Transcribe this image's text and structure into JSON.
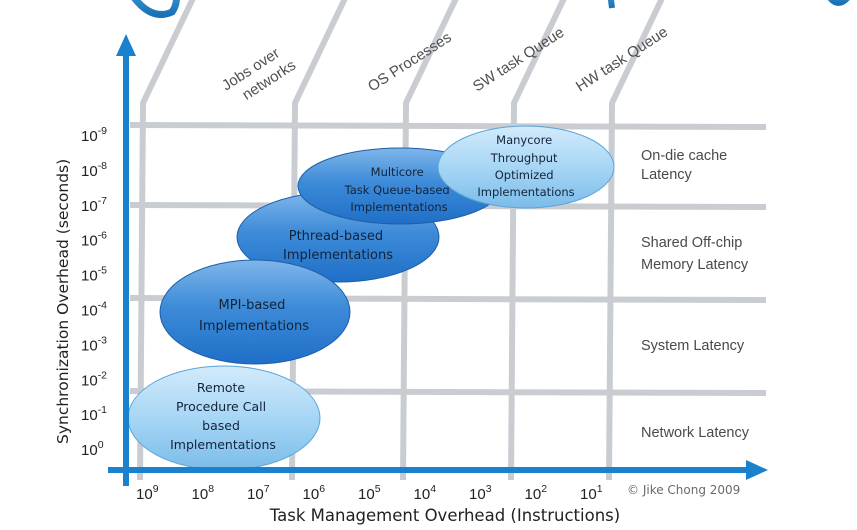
{
  "columns": [
    {
      "line1": "Jobs over",
      "line2": "networks"
    },
    {
      "label": "OS Processes"
    },
    {
      "label": "SW task Queue"
    },
    {
      "label": "HW task Queue"
    }
  ],
  "bands": [
    {
      "line1": "On-die cache",
      "line2": "Latency"
    },
    {
      "line1": "Shared Off-chip",
      "line2": "Memory Latency"
    },
    {
      "line1": "System Latency"
    },
    {
      "line1": "Network Latency"
    }
  ],
  "ellipses": [
    {
      "lines": [
        "MPI-based",
        "Implementations"
      ]
    },
    {
      "lines": [
        "Pthread-based",
        "Implementations"
      ]
    },
    {
      "lines": [
        "Multicore",
        "Task Queue-based",
        "Implementations"
      ]
    },
    {
      "lines": [
        "Manycore",
        "Throughput",
        "Optimized",
        "Implementations"
      ]
    },
    {
      "lines": [
        "Remote",
        "Procedure Call",
        "based",
        "Implementations"
      ]
    }
  ],
  "axes": {
    "y_title": "Synchronization Overhead (seconds)",
    "x_title": "Task Management Overhead (Instructions)",
    "y_ticks": [
      {
        "base": "10",
        "exp": "-9"
      },
      {
        "base": "10",
        "exp": "-8"
      },
      {
        "base": "10",
        "exp": "-7"
      },
      {
        "base": "10",
        "exp": "-6"
      },
      {
        "base": "10",
        "exp": "-5"
      },
      {
        "base": "10",
        "exp": "-4"
      },
      {
        "base": "10",
        "exp": "-3"
      },
      {
        "base": "10",
        "exp": "-2"
      },
      {
        "base": "10",
        "exp": "-1"
      },
      {
        "base": "10",
        "exp": "0"
      }
    ],
    "x_ticks": [
      {
        "base": "10",
        "exp": "9"
      },
      {
        "base": "10",
        "exp": "8"
      },
      {
        "base": "10",
        "exp": "7"
      },
      {
        "base": "10",
        "exp": "6"
      },
      {
        "base": "10",
        "exp": "5"
      },
      {
        "base": "10",
        "exp": "4"
      },
      {
        "base": "10",
        "exp": "3"
      },
      {
        "base": "10",
        "exp": "2"
      },
      {
        "base": "10",
        "exp": "1"
      }
    ]
  },
  "credit": "© Jike Chong 2009",
  "colors": {
    "axis": "#1a82cc",
    "grid": "#c9cdd2",
    "ellipse_dark": "#2f7fd0",
    "ellipse_light": "#a7d6f5"
  }
}
